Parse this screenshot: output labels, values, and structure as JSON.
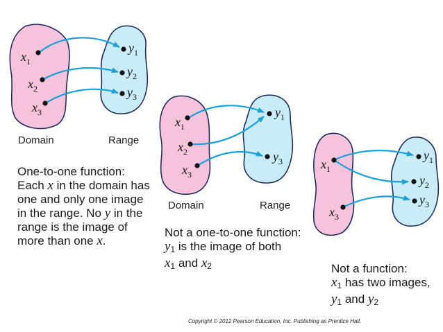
{
  "colors": {
    "domain_fill": "#f6c2dc",
    "range_fill": "#c9ecf8",
    "outline": "#1d2d5c",
    "arrow": "#1ba0d9",
    "dot": "#111111"
  },
  "diagram1": {
    "domain_label": "Domain",
    "range_label": "Range",
    "x_labels": [
      "x",
      "x",
      "x"
    ],
    "x_subs": [
      "1",
      "2",
      "3"
    ],
    "y_labels": [
      "y",
      "y",
      "y"
    ],
    "y_subs": [
      "1",
      "2",
      "3"
    ],
    "caption": {
      "line1": "One-to-one function:",
      "line2_a": "Each ",
      "line2_var": "x",
      "line2_b": " in the domain has",
      "line3": "one and only one image",
      "line4_a": "in the range. No ",
      "line4_var": "y",
      "line4_b": " in the",
      "line5": "range is the image of",
      "line6_a": "more than one ",
      "line6_var": "x",
      "line6_b": "."
    }
  },
  "diagram2": {
    "domain_label": "Domain",
    "range_label": "Range",
    "x_labels": [
      "x",
      "x",
      "x"
    ],
    "x_subs": [
      "1",
      "2",
      "3"
    ],
    "y_labels": [
      "y",
      "y"
    ],
    "y_subs": [
      "1",
      "3"
    ],
    "caption": {
      "line1": "Not a one-to-one function:",
      "line2_var": "y",
      "line2_sub": "1",
      "line2_b": " is the image of both",
      "line3_var1": "x",
      "line3_sub1": "1",
      "line3_mid": " and ",
      "line3_var2": "x",
      "line3_sub2": "2"
    }
  },
  "diagram3": {
    "x_labels": [
      "x",
      "x"
    ],
    "x_subs": [
      "1",
      "3"
    ],
    "y_labels": [
      "y",
      "y",
      "y"
    ],
    "y_subs": [
      "1",
      "2",
      "3"
    ],
    "caption": {
      "line1": "Not a function:",
      "line2_var": "x",
      "line2_sub": "1",
      "line2_b": " has two images,",
      "line3_var1": "y",
      "line3_sub1": "1",
      "line3_mid": " and ",
      "line3_var2": "y",
      "line3_sub2": "2"
    }
  },
  "copyright": "Copyright © 2012 Pearson Education, Inc. Publishing as Prentice Hall."
}
